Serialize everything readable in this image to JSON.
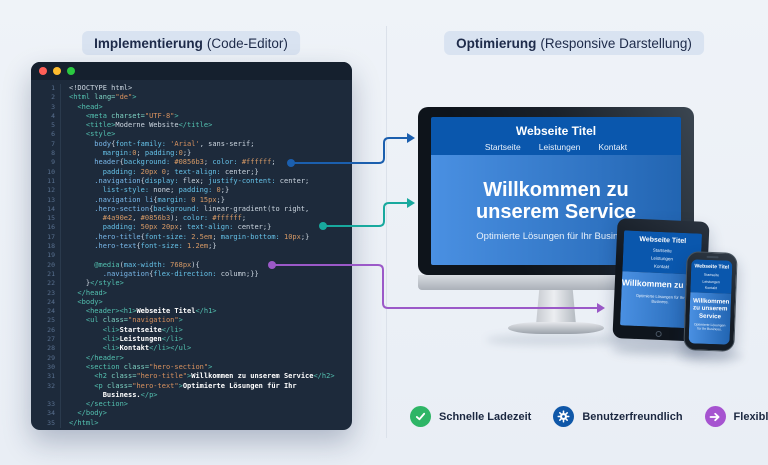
{
  "headers": {
    "left": {
      "bold": "Implementierung",
      "rest": "(Code-Editor)"
    },
    "right": {
      "bold": "Optimierung",
      "rest": "(Responsive Darstellung)"
    }
  },
  "editor": {
    "traffic_lights": [
      "#ff5f57",
      "#febc2e",
      "#2ac840"
    ],
    "check_color": "#2eb566",
    "check_glyph": "✓",
    "lines": [
      {
        "n": "1",
        "t": [
          [
            "txt",
            "<!DOCTYPE html>"
          ]
        ]
      },
      {
        "n": "2",
        "t": [
          [
            "tag",
            "<html "
          ],
          [
            "attr",
            "lang="
          ],
          [
            "str",
            "\"de\""
          ],
          [
            "tag",
            ">"
          ]
        ]
      },
      {
        "n": "3",
        "t": [
          [
            "tag",
            "  <head>"
          ]
        ]
      },
      {
        "n": "4",
        "t": [
          [
            "tag",
            "    <meta "
          ],
          [
            "attr",
            "charset="
          ],
          [
            "str",
            "\"UTF-8\""
          ],
          [
            "tag",
            ">"
          ]
        ]
      },
      {
        "n": "5",
        "t": [
          [
            "tag",
            "    <title>"
          ],
          [
            "txt",
            "Moderne Website"
          ],
          [
            "tag",
            "</title>"
          ]
        ]
      },
      {
        "n": "6",
        "t": [
          [
            "tag",
            "    <style>"
          ]
        ]
      },
      {
        "n": "7",
        "t": [
          [
            "sel",
            "      body"
          ],
          [
            "txt",
            "{"
          ],
          [
            "prop",
            "font-family:"
          ],
          [
            "txt",
            " "
          ],
          [
            "str",
            "'Arial'"
          ],
          [
            "txt",
            ", sans-serif;"
          ]
        ]
      },
      {
        "n": "8",
        "t": [
          [
            "txt",
            "        "
          ],
          [
            "prop",
            "margin:"
          ],
          [
            "num",
            "0"
          ],
          [
            "txt",
            "; "
          ],
          [
            "prop",
            "padding:"
          ],
          [
            "num",
            "0"
          ],
          [
            "txt",
            ";}"
          ]
        ]
      },
      {
        "n": "9",
        "t": [
          [
            "sel",
            "      header"
          ],
          [
            "txt",
            "{"
          ],
          [
            "prop",
            "background:"
          ],
          [
            "txt",
            " "
          ],
          [
            "num",
            "#0856b3"
          ],
          [
            "txt",
            "; "
          ],
          [
            "prop",
            "color:"
          ],
          [
            "txt",
            " "
          ],
          [
            "num",
            "#ffffff"
          ],
          [
            "txt",
            ";"
          ]
        ]
      },
      {
        "n": "10",
        "t": [
          [
            "txt",
            "        "
          ],
          [
            "prop",
            "padding:"
          ],
          [
            "txt",
            " "
          ],
          [
            "num",
            "20px"
          ],
          [
            "txt",
            " "
          ],
          [
            "num",
            "0"
          ],
          [
            "txt",
            "; "
          ],
          [
            "prop",
            "text-align:"
          ],
          [
            "txt",
            " center;}"
          ]
        ]
      },
      {
        "n": "11",
        "t": [
          [
            "sel",
            "      .navigation"
          ],
          [
            "txt",
            "{"
          ],
          [
            "prop",
            "display:"
          ],
          [
            "txt",
            " flex; "
          ],
          [
            "prop",
            "justify-content:"
          ],
          [
            "txt",
            " center;"
          ]
        ]
      },
      {
        "n": "12",
        "t": [
          [
            "txt",
            "        "
          ],
          [
            "prop",
            "list-style:"
          ],
          [
            "txt",
            " none; "
          ],
          [
            "prop",
            "padding:"
          ],
          [
            "txt",
            " "
          ],
          [
            "num",
            "0"
          ],
          [
            "txt",
            ";}"
          ]
        ]
      },
      {
        "n": "13",
        "t": [
          [
            "sel",
            "      .navigation li"
          ],
          [
            "txt",
            "{"
          ],
          [
            "prop",
            "margin:"
          ],
          [
            "txt",
            " "
          ],
          [
            "num",
            "0"
          ],
          [
            "txt",
            " "
          ],
          [
            "num",
            "15px"
          ],
          [
            "txt",
            ";}"
          ]
        ]
      },
      {
        "n": "14",
        "t": [
          [
            "sel",
            "      .hero-section"
          ],
          [
            "txt",
            "{"
          ],
          [
            "prop",
            "background:"
          ],
          [
            "txt",
            " linear-gradient(to right,"
          ]
        ]
      },
      {
        "n": "15",
        "t": [
          [
            "txt",
            "        "
          ],
          [
            "num",
            "#4a90e2"
          ],
          [
            "txt",
            ", "
          ],
          [
            "num",
            "#0856b3"
          ],
          [
            "txt",
            "); "
          ],
          [
            "prop",
            "color:"
          ],
          [
            "txt",
            " "
          ],
          [
            "num",
            "#ffffff"
          ],
          [
            "txt",
            ";"
          ]
        ]
      },
      {
        "n": "16",
        "t": [
          [
            "txt",
            "        "
          ],
          [
            "prop",
            "padding:"
          ],
          [
            "txt",
            " "
          ],
          [
            "num",
            "50px"
          ],
          [
            "txt",
            " "
          ],
          [
            "num",
            "20px"
          ],
          [
            "txt",
            "; "
          ],
          [
            "prop",
            "text-align:"
          ],
          [
            "txt",
            " center;}"
          ]
        ]
      },
      {
        "n": "17",
        "t": [
          [
            "sel",
            "      .hero-title"
          ],
          [
            "txt",
            "{"
          ],
          [
            "prop",
            "font-size:"
          ],
          [
            "txt",
            " "
          ],
          [
            "num",
            "2.5em"
          ],
          [
            "txt",
            "; "
          ],
          [
            "prop",
            "margin-bottom:"
          ],
          [
            "txt",
            " "
          ],
          [
            "num",
            "10px"
          ],
          [
            "txt",
            ";}"
          ]
        ]
      },
      {
        "n": "18",
        "t": [
          [
            "sel",
            "      .hero-text"
          ],
          [
            "txt",
            "{"
          ],
          [
            "prop",
            "font-size:"
          ],
          [
            "txt",
            " "
          ],
          [
            "num",
            "1.2em"
          ],
          [
            "txt",
            ";}"
          ]
        ]
      },
      {
        "n": "19",
        "t": []
      },
      {
        "n": "20",
        "t": [
          [
            "tag",
            "      @media"
          ],
          [
            "txt",
            "("
          ],
          [
            "prop",
            "max-width:"
          ],
          [
            "txt",
            " "
          ],
          [
            "num",
            "768px"
          ],
          [
            "txt",
            "){"
          ]
        ]
      },
      {
        "n": "21",
        "t": [
          [
            "sel",
            "        .navigation"
          ],
          [
            "txt",
            "{"
          ],
          [
            "prop",
            "flex-direction:"
          ],
          [
            "txt",
            " column;}}"
          ]
        ]
      },
      {
        "n": "22",
        "t": [
          [
            "txt",
            "    }"
          ],
          [
            "tag",
            "</style>"
          ]
        ]
      },
      {
        "n": "23",
        "t": [
          [
            "tag",
            "  </head>"
          ]
        ]
      },
      {
        "n": "24",
        "t": [
          [
            "tag",
            "  <body>"
          ]
        ]
      },
      {
        "n": "24",
        "t": [
          [
            "tag",
            "    <header><h1>"
          ],
          [
            "w",
            "Webseite Titel"
          ],
          [
            "tag",
            "</h1>"
          ]
        ]
      },
      {
        "n": "25",
        "t": [
          [
            "tag",
            "    <ul "
          ],
          [
            "attr",
            "class="
          ],
          [
            "str",
            "\"navigation\""
          ],
          [
            "tag",
            ">"
          ]
        ]
      },
      {
        "n": "26",
        "t": [
          [
            "tag",
            "        <li>"
          ],
          [
            "w",
            "Startseite"
          ],
          [
            "tag",
            "</li>"
          ]
        ]
      },
      {
        "n": "27",
        "t": [
          [
            "tag",
            "        <li>"
          ],
          [
            "w",
            "Leistungen"
          ],
          [
            "tag",
            "</li>"
          ]
        ]
      },
      {
        "n": "28",
        "t": [
          [
            "tag",
            "        <li>"
          ],
          [
            "w",
            "Kontakt"
          ],
          [
            "tag",
            "</li></ul>"
          ]
        ]
      },
      {
        "n": "29",
        "t": [
          [
            "tag",
            "    </header>"
          ]
        ]
      },
      {
        "n": "30",
        "t": [
          [
            "tag",
            "    <section "
          ],
          [
            "attr",
            "class="
          ],
          [
            "str",
            "\"hero-section\""
          ],
          [
            "tag",
            ">"
          ]
        ]
      },
      {
        "n": "31",
        "t": [
          [
            "tag",
            "      <h2 "
          ],
          [
            "attr",
            "class="
          ],
          [
            "str",
            "\"hero-title\""
          ],
          [
            "tag",
            ">"
          ],
          [
            "w",
            "Willkommen zu unserem Service"
          ],
          [
            "tag",
            "</h2>"
          ]
        ]
      },
      {
        "n": "32",
        "t": [
          [
            "tag",
            "      <p "
          ],
          [
            "attr",
            "class="
          ],
          [
            "str",
            "\"hero-text\""
          ],
          [
            "tag",
            ">"
          ],
          [
            "w",
            "Optimierte Lösungen für Ihr"
          ]
        ]
      },
      {
        "n": "",
        "t": [
          [
            "w",
            "        Business."
          ],
          [
            "tag",
            "</p>"
          ]
        ]
      },
      {
        "n": "33",
        "t": [
          [
            "tag",
            "    </section>"
          ]
        ]
      },
      {
        "n": "34",
        "t": [
          [
            "tag",
            "  </body>"
          ]
        ]
      },
      {
        "n": "35",
        "t": [
          [
            "tag",
            "</html>"
          ]
        ]
      }
    ]
  },
  "site": {
    "title": "Webseite Titel",
    "nav": [
      "Startseite",
      "Leistungen",
      "Kontakt"
    ],
    "hero_title": "Willkommen zu unserem Service",
    "hero_text": "Optimierte Lösungen für Ihr Business.",
    "colors": {
      "header": "#0a57ad",
      "hero_from": "#4a90e2",
      "hero_to": "#2265b2"
    }
  },
  "connectors": {
    "header_to_desktop": {
      "color": "#1b5fae"
    },
    "hero_to_desktop": {
      "color": "#18a99e"
    },
    "media_to_mobile": {
      "color": "#9b59c8"
    }
  },
  "badges": [
    {
      "icon": "check-icon",
      "label": "Schnelle Ladezeit",
      "color": "#2eb566"
    },
    {
      "icon": "gear-icon",
      "label": "Benutzerfreundlich",
      "color": "#0f57a8"
    },
    {
      "icon": "arrow-right-icon",
      "label": "Flexibles Design",
      "color": "#a653d0"
    }
  ]
}
